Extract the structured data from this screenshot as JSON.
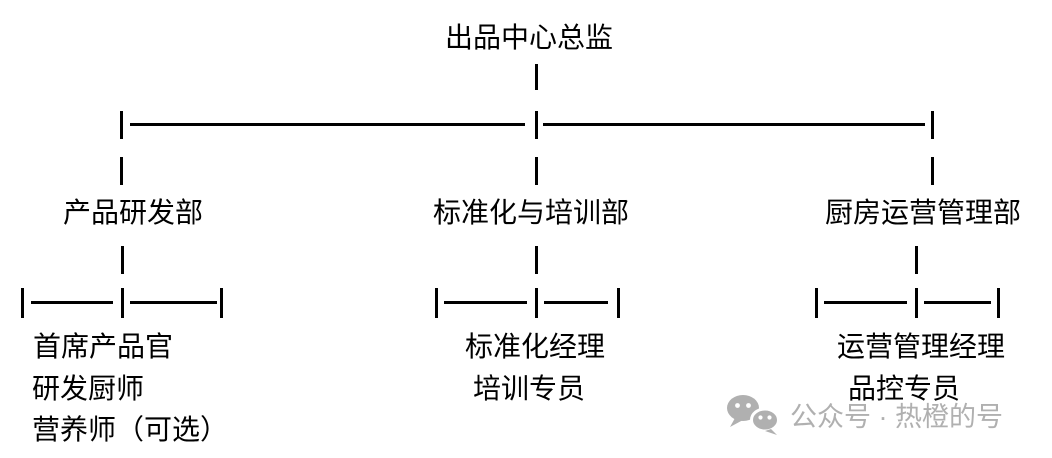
{
  "diagram": {
    "type": "org-chart",
    "title": "出品中心总监",
    "departments": [
      {
        "name": "产品研发部",
        "roles": [
          "首席产品官",
          "研发厨师",
          "营养师（可选）"
        ]
      },
      {
        "name": "标准化与培训部",
        "roles": [
          "标准化经理",
          "培训专员"
        ]
      },
      {
        "name": "厨房运营管理部",
        "roles": [
          "运营管理经理",
          "品控专员"
        ]
      }
    ]
  },
  "watermark": {
    "icon": "wechat-icon",
    "label": "公众号 · 热橙的号",
    "color": "#b0b0b0"
  },
  "colors": {
    "background": "#ffffff",
    "text": "#000000",
    "line": "#000000"
  }
}
